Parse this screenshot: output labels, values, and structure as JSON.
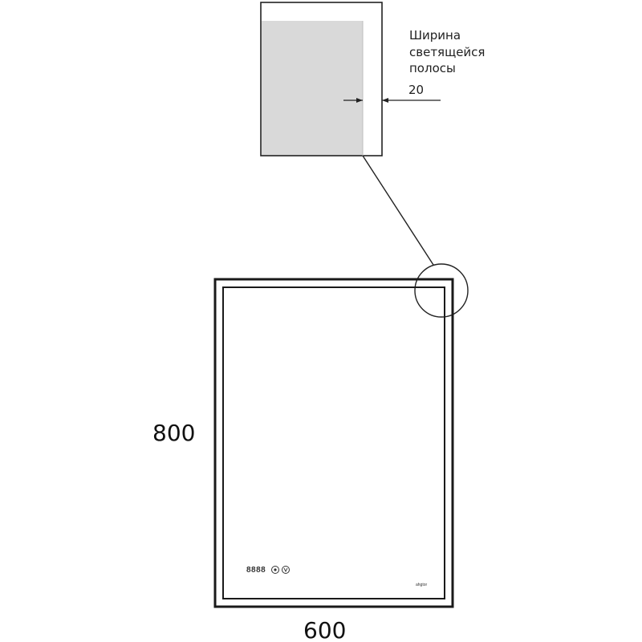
{
  "detail_callout": {
    "label_lines": [
      "Ширина",
      "светящейся",
      "полосы"
    ],
    "dimension_value": "20"
  },
  "mirror": {
    "height_value": "800",
    "width_value": "600",
    "display_digits": "8888",
    "brand_text": "ahgtor",
    "colors": {
      "frame": "#1a1a1a",
      "light_strip": "#d9d9d9",
      "background": "#ffffff"
    }
  }
}
